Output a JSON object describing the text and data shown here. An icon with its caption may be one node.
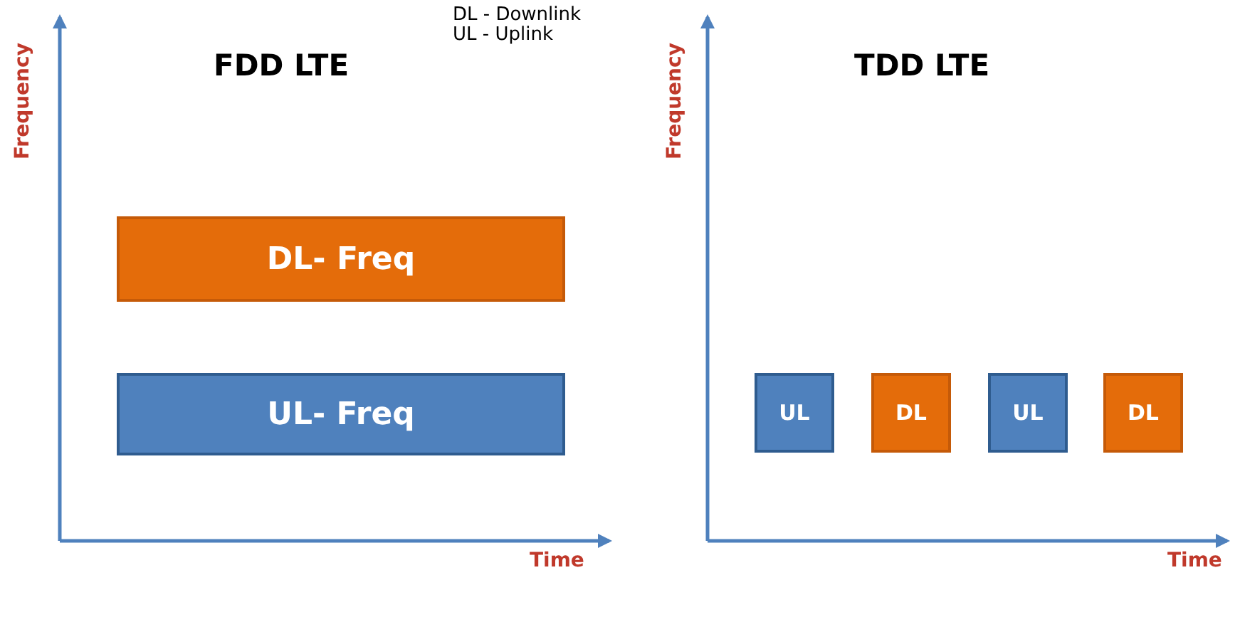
{
  "diagram": {
    "nodes": [
      {
        "text": [
          "DL- Freq"
        ]
      },
      {
        "text": [
          "UL- Freq"
        ]
      },
      {
        "text": [
          "UL"
        ]
      },
      {
        "text": [
          "DL"
        ]
      },
      {
        "text": [
          "UL"
        ]
      },
      {
        "text": [
          "DL"
        ]
      }
    ],
    "labels": [
      "Frequency",
      "FDD LTE",
      "DL - Downlink",
      "UL - Uplink",
      "Frequency",
      "TDD LTE",
      "Time",
      "Time"
    ]
  }
}
